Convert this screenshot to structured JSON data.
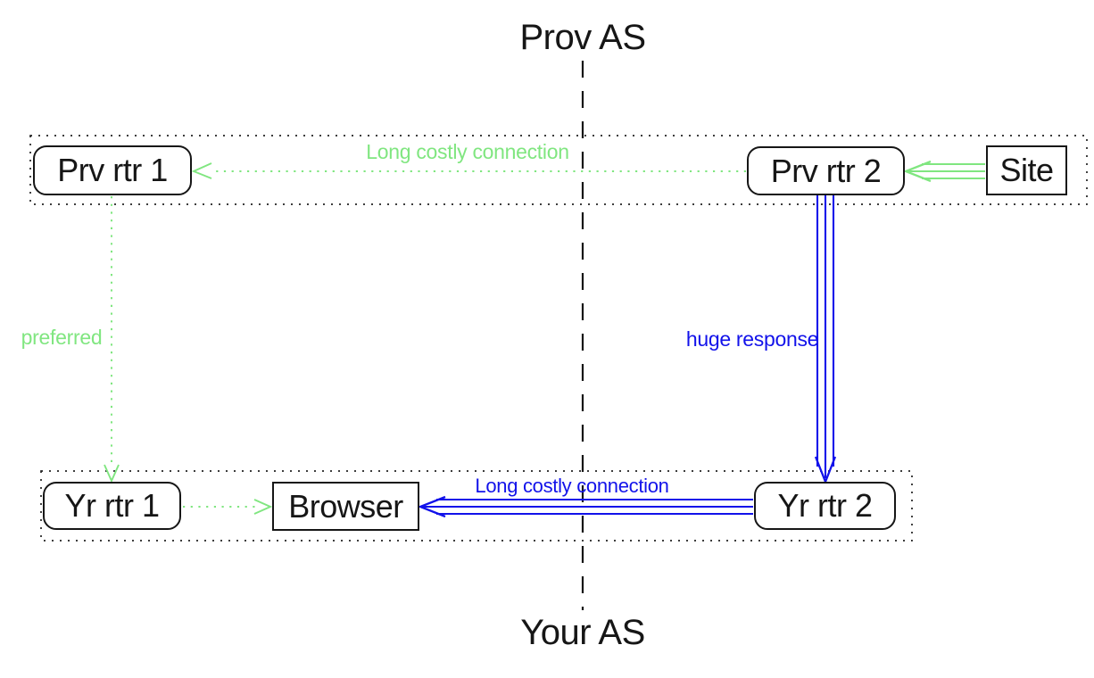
{
  "diagram": {
    "title_top": "Prov AS",
    "title_bottom": "Your AS",
    "nodes": {
      "prv_rtr_1": "Prv rtr 1",
      "prv_rtr_2": "Prv rtr 2",
      "site": "Site",
      "yr_rtr_1": "Yr rtr 1",
      "browser": "Browser",
      "yr_rtr_2": "Yr rtr 2"
    },
    "edge_labels": {
      "top_connection": "Long costly connection",
      "preferred": "preferred",
      "huge_response": "huge response",
      "bottom_connection": "Long costly connection"
    },
    "colors": {
      "green": "#80e680",
      "blue": "#1212ea",
      "ink": "#161616"
    }
  }
}
